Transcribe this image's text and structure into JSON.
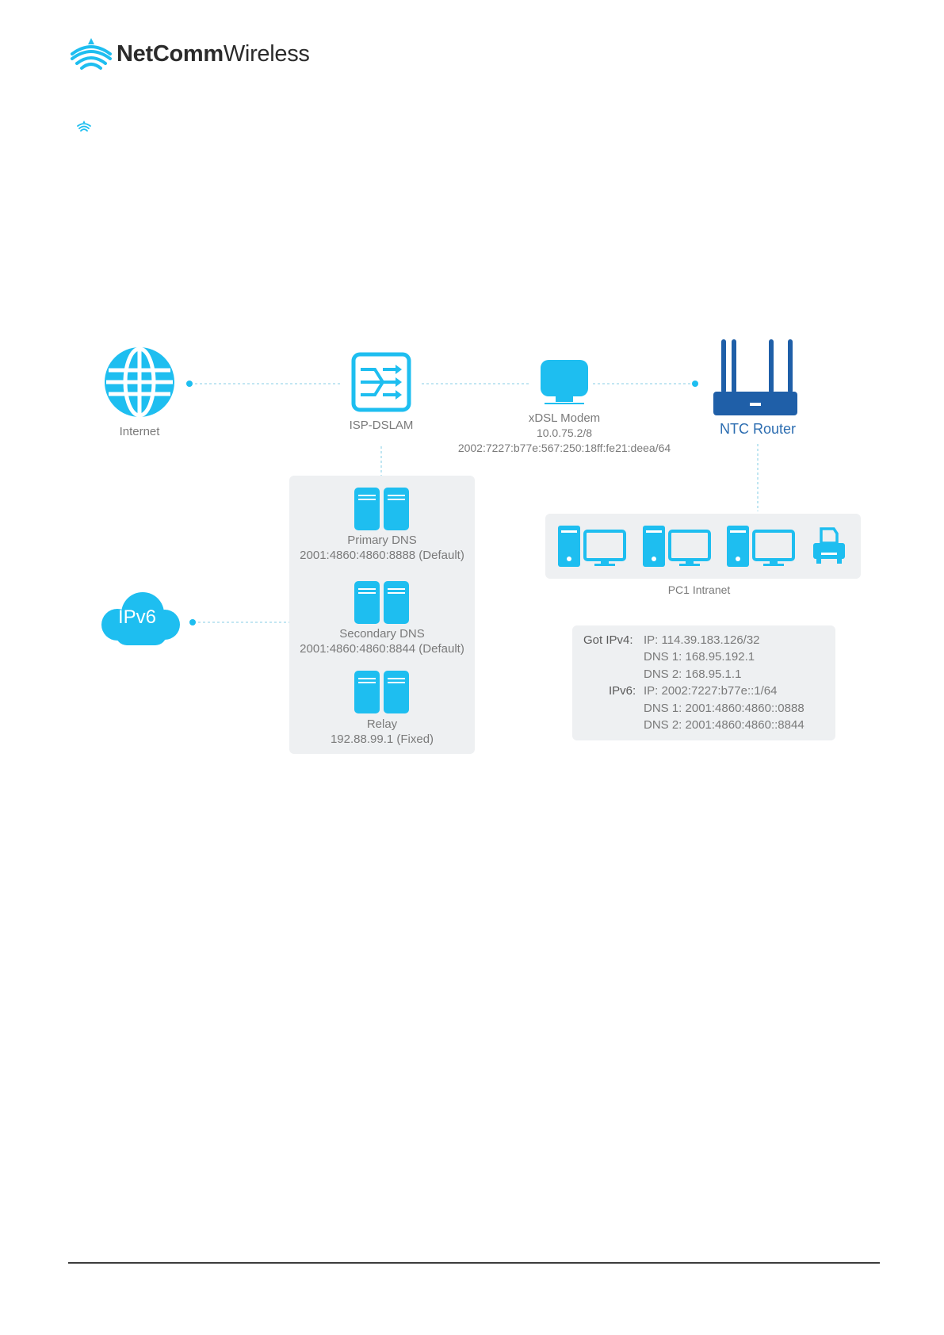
{
  "header": {
    "brand_bold": "NetComm",
    "brand_light": "Wireless"
  },
  "colors": {
    "accent": "#1ebef0",
    "router_blue": "#1f5fa8",
    "box_bg": "#eef0f2",
    "line": "#9fd8ea"
  },
  "diagram": {
    "nodes": {
      "internet": {
        "label": "Internet",
        "icon": "globe-icon"
      },
      "dslam": {
        "label": "ISP-DSLAM",
        "icon": "switch-icon"
      },
      "modem": {
        "label": "xDSL Modem",
        "ipv4": "10.0.75.2/8",
        "ipv6": "2002:7227:b77e:567:250:18ff:fe21:deea/64",
        "icon": "modem-icon"
      },
      "router": {
        "label": "NTC Router",
        "icon": "router-icon"
      },
      "ipv6": {
        "label": "IPv6",
        "icon": "cloud-icon"
      }
    },
    "dns_servers": [
      {
        "label": "Primary DNS",
        "value": "2001:4860:4860:8888 (Default)"
      },
      {
        "label": "Secondary DNS",
        "value": "2001:4860:4860:8844 (Default)"
      },
      {
        "label": "Relay",
        "value": "192.88.99.1 (Fixed)"
      }
    ],
    "intranet": {
      "label": "PC1 Intranet"
    },
    "got_info": {
      "ipv4_key": "Got IPv4:",
      "ipv4_rows": [
        "IP: 114.39.183.126/32",
        "DNS 1: 168.95.192.1",
        "DNS 2: 168.95.1.1"
      ],
      "ipv6_key": "IPv6:",
      "ipv6_rows": [
        "IP: 2002:7227:b77e::1/64",
        "DNS 1: 2001:4860:4860::0888",
        "DNS 2: 2001:4860:4860::8844"
      ]
    }
  }
}
